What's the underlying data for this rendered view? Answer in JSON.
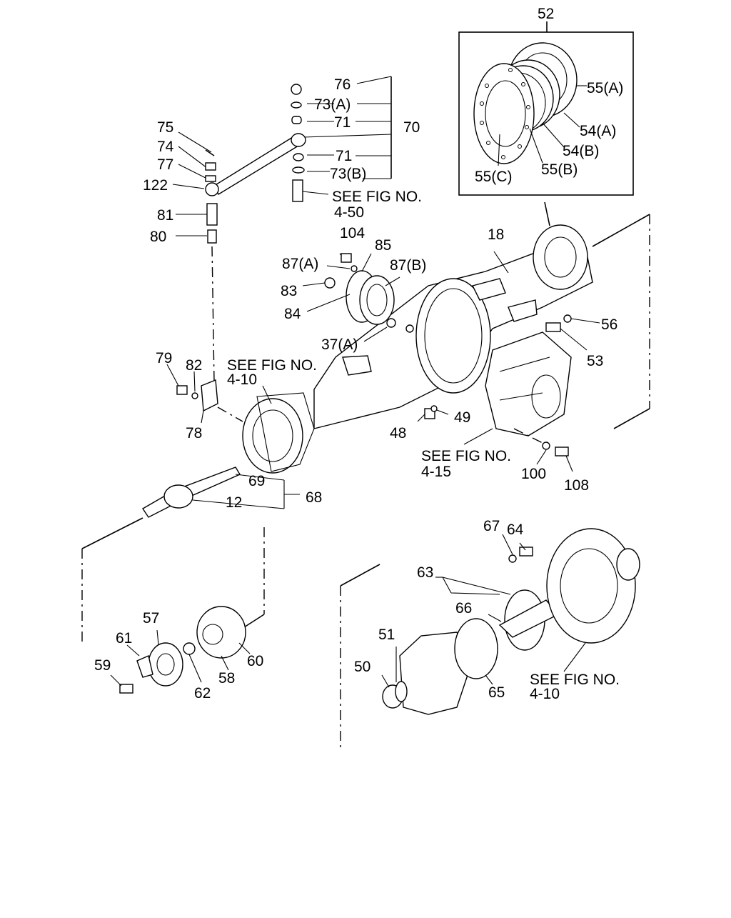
{
  "labels": {
    "l52": "52",
    "l55a": "55(A)",
    "l54a": "54(A)",
    "l54b": "54(B)",
    "l55b": "55(B)",
    "l55c": "55(C)",
    "l76": "76",
    "l73a": "73(A)",
    "l71a": "71",
    "l70": "70",
    "l71b": "71",
    "l73b": "73(B)",
    "l75": "75",
    "l74": "74",
    "l77": "77",
    "l122": "122",
    "l81": "81",
    "l80": "80",
    "l104": "104",
    "l85": "85",
    "l87a": "87(A)",
    "l87b": "87(B)",
    "l83": "83",
    "l84": "84",
    "l18": "18",
    "l56": "56",
    "l53": "53",
    "l37a": "37(A)",
    "l79": "79",
    "l82": "82",
    "l78": "78",
    "l49": "49",
    "l48": "48",
    "l100": "100",
    "l108": "108",
    "l69": "69",
    "l68": "68",
    "l12": "12",
    "l64": "64",
    "l67": "67",
    "l63": "63",
    "l66": "66",
    "l57": "57",
    "l61": "61",
    "l59": "59",
    "l60": "60",
    "l62": "62",
    "l58": "58",
    "l51": "51",
    "l50": "50",
    "l65": "65"
  },
  "references": {
    "fig450_a": "SEE FIG NO.",
    "fig450_b": "4-50",
    "fig410_top_a": "SEE FIG NO.",
    "fig410_top_b": "4-10",
    "fig415_a": "SEE FIG NO.",
    "fig415_b": "4-15",
    "fig410_bot_a": "SEE FIG NO.",
    "fig410_bot_b": "4-10"
  }
}
